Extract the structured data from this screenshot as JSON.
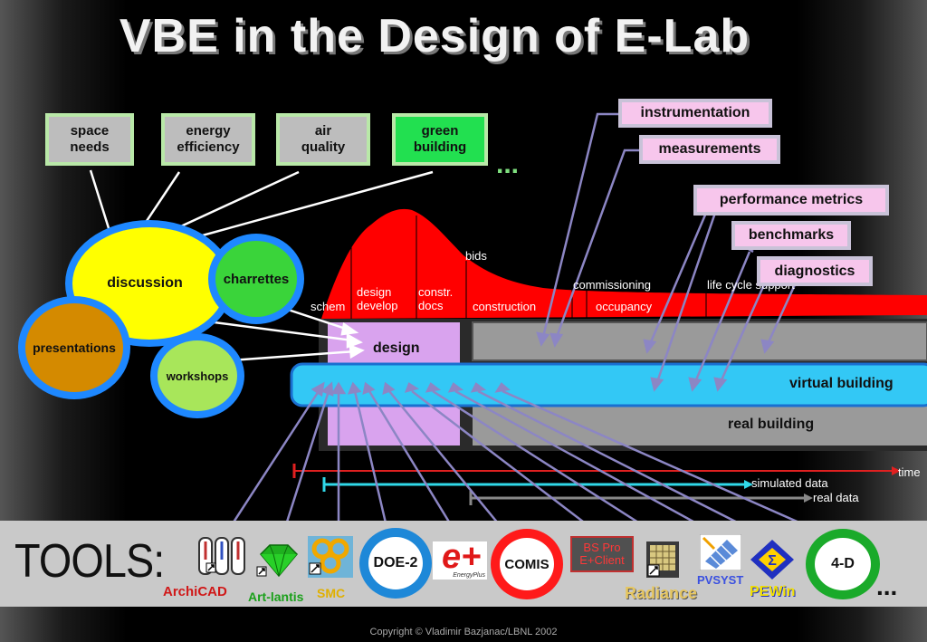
{
  "title": "VBE  in the Design of E-Lab",
  "topics": [
    "space\nneeds",
    "energy\nefficiency",
    "air\nquality",
    "green\nbuilding"
  ],
  "topics_more": "...",
  "process": {
    "discussion": "discussion",
    "charrettes": "charrettes",
    "presentations": "presentations",
    "workshops": "workshops"
  },
  "phases": {
    "schem": "schem",
    "design_develop": "design\ndevelop",
    "constr_docs": "constr.\ndocs",
    "bids": "bids",
    "construction": "construction",
    "commissioning": "commissioning",
    "occupancy": "occupancy",
    "life_cycle": "life cycle support"
  },
  "measures": [
    "instrumentation",
    "measurements",
    "performance metrics",
    "benchmarks",
    "diagnostics"
  ],
  "bars": {
    "design": "design",
    "virtual_building": "virtual building",
    "real_building": "real building"
  },
  "timeline": {
    "time": "time",
    "simulated_data": "simulated data",
    "real_data": "real data"
  },
  "tools": {
    "title": "TOOLS:",
    "archicad": "ArchiCAD",
    "artlantis": "Art-lantis",
    "smc": "SMC",
    "doe2": "DOE-2",
    "energyplus_mark": "e+",
    "energyplus_sub": "EnergyPlus",
    "comis": "COMIS",
    "bspro": "BS Pro\nE+Client",
    "radiance": "Radiance",
    "pvsyst": "PVSYST",
    "pewin": "PEWin",
    "fourd": "4-D",
    "more": "..."
  },
  "copyright": "Copyright © Vladimir Bazjanac/LBNL 2002",
  "colors": {
    "lifecycle_red": "#ff0000",
    "virtual_blue": "#33c8f5",
    "design_purple": "#d9a3ee",
    "arrow": "#8c86c4",
    "circle_yellow": "#ffff00",
    "circle_green": "#3ad43a",
    "circle_orange": "#d48a00",
    "ring_blue": "#1e88d8",
    "ring_red": "#ff1a1a",
    "ring_green": "#1aaa2a"
  }
}
